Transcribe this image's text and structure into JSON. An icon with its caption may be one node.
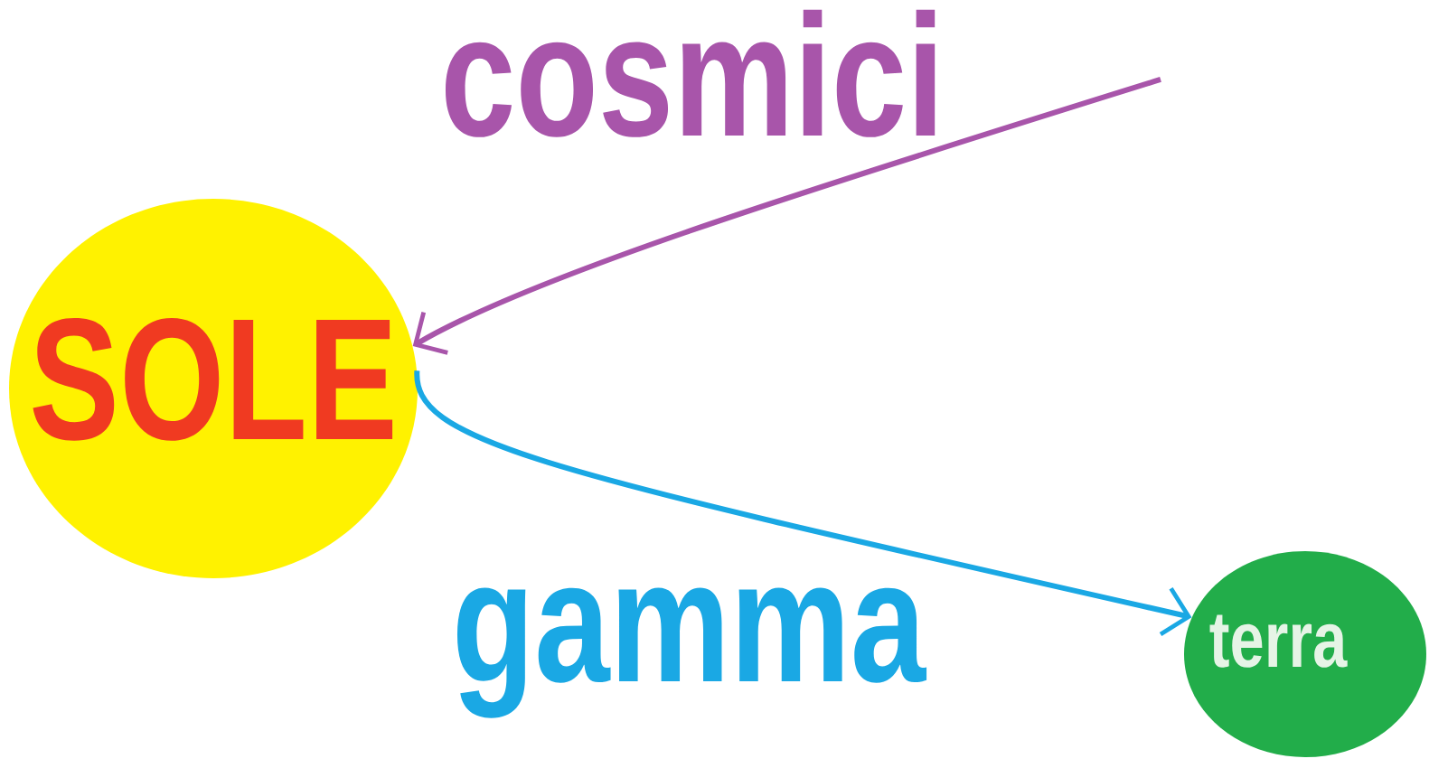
{
  "diagram": {
    "nodes": [
      {
        "text": [
          "SOLE"
        ]
      },
      {
        "text": [
          "terra"
        ]
      }
    ],
    "edges": [
      {
        "from": null,
        "to": 0,
        "arrow": "to",
        "label": "cosmici",
        "color": "#a855aa"
      },
      {
        "from": 0,
        "to": 1,
        "arrow": "to",
        "label": "gamma",
        "color": "#1aa8e4"
      }
    ]
  }
}
